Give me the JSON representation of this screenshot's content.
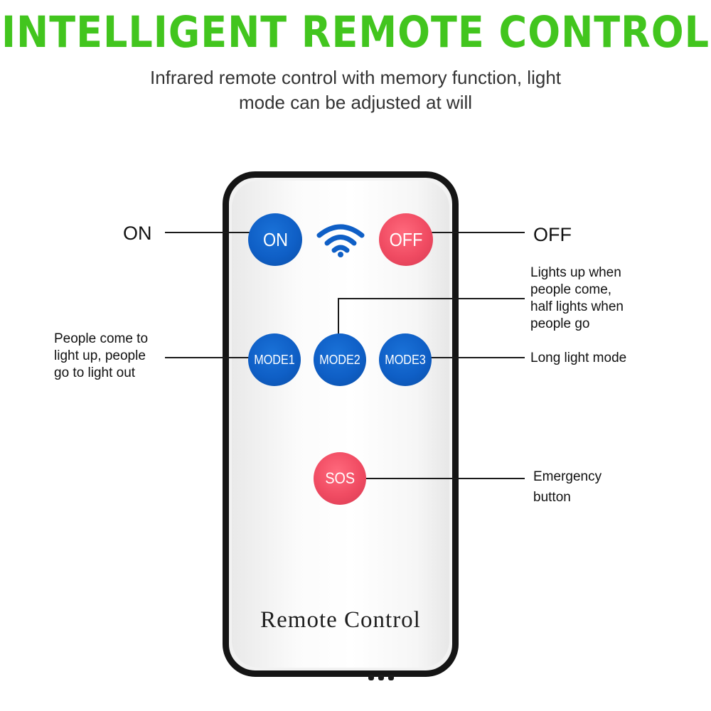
{
  "header": {
    "title": "INTELLIGENT REMOTE CONTROL",
    "subtitle_line1": "Infrared remote control with memory function, light",
    "subtitle_line2": "mode can be adjusted at will"
  },
  "remote": {
    "label": "Remote Control",
    "buttons": {
      "on": "ON",
      "off": "OFF",
      "mode1": "MODE1",
      "mode2": "MODE2",
      "mode3": "MODE3",
      "sos": "SOS"
    },
    "signal_icon": "wifi-signal-icon"
  },
  "callouts": {
    "on": "ON",
    "off": "OFF",
    "mode1_lines": [
      "People come to",
      "light up, people",
      "go to light out"
    ],
    "mode2_lines": [
      "Lights up when",
      "people come,",
      "half lights when",
      "people go"
    ],
    "mode3": "Long light mode",
    "sos_lines": [
      "Emergency",
      "button"
    ]
  },
  "colors": {
    "title_green": "#42c51e",
    "button_blue": "#0f5fc6",
    "button_red": "#f04b62",
    "remote_frame": "#151515"
  }
}
